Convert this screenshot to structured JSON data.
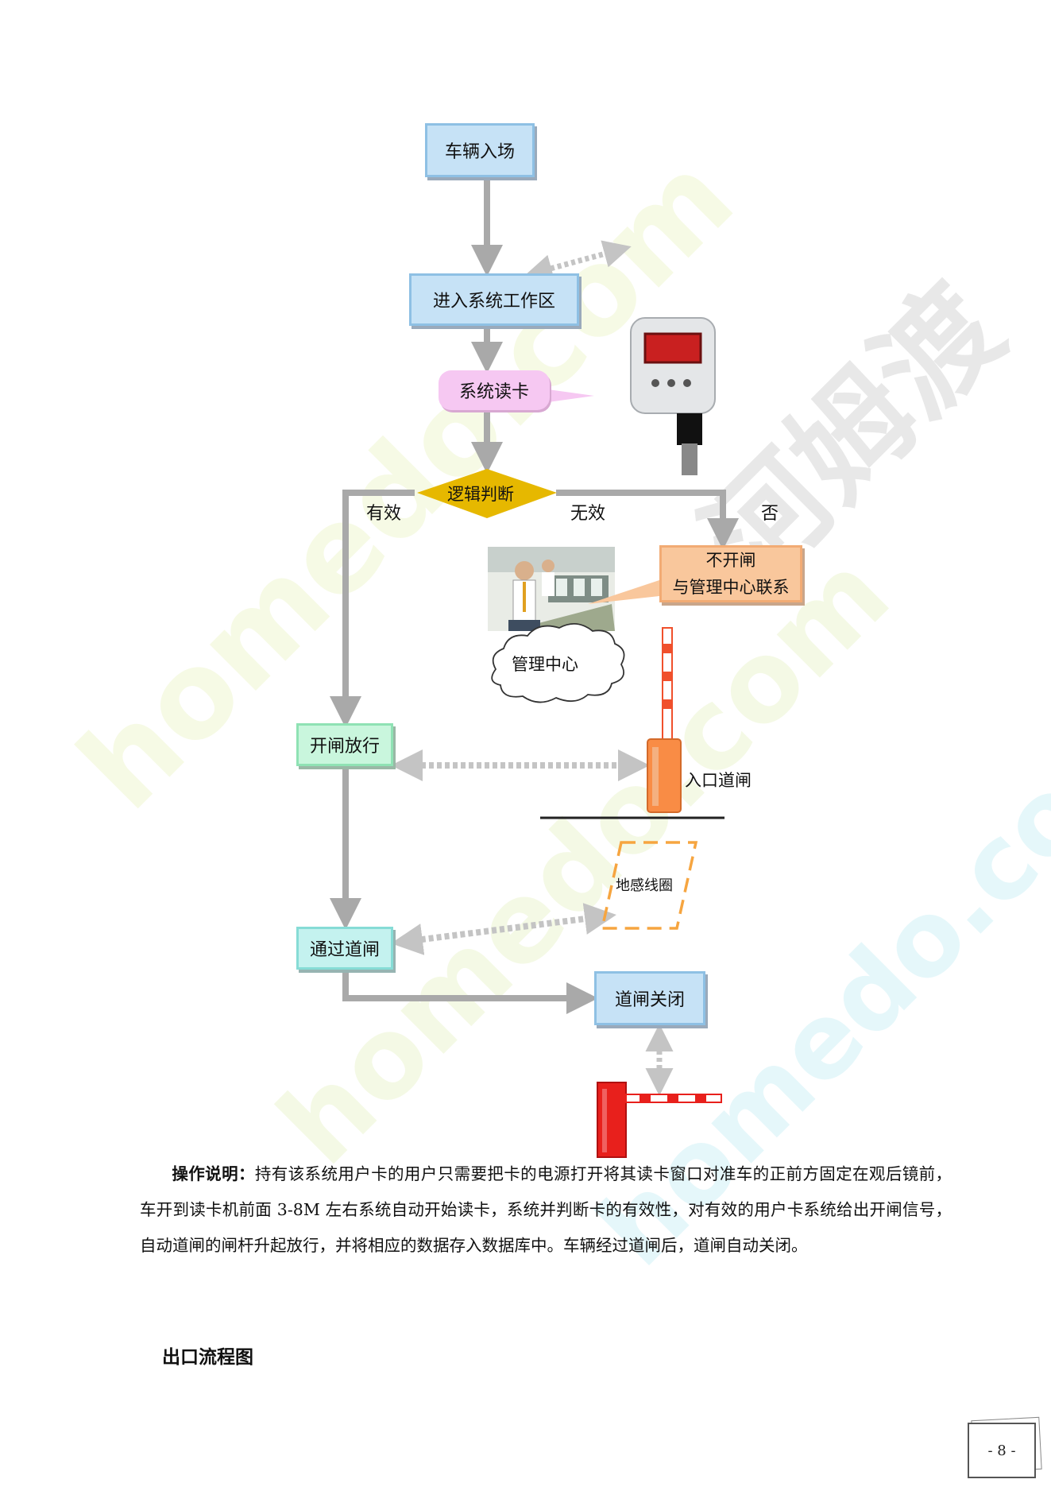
{
  "watermark": {
    "latin": "homedo.com",
    "cjk": "河姆渡"
  },
  "flow": {
    "vehicle_enter": "车辆入场",
    "enter_work_area": "进入系统工作区",
    "read_card": "系统读卡",
    "logic_judge": "逻辑判断",
    "valid": "有效",
    "invalid": "无效",
    "no": "否",
    "no_open_line1": "不开闸",
    "no_open_line2": "与管理中心联系",
    "management_center": "管理中心",
    "open_gate": "开闸放行",
    "entry_gate": "入口道闸",
    "ground_loop": "地感线圈",
    "pass_gate": "通过道闸",
    "gate_close": "道闸关闭"
  },
  "description": {
    "lead": "操作说明：",
    "body": "持有该系统用户卡的用户只需要把卡的电源打开将其读卡窗口对准车的正前方固定在观后镜前，车开到读卡机前面 3-8M 左右系统自动开始读卡，系统并判断卡的有效性，对有效的用户卡系统给出开闸信号，自动道闸的闸杆升起放行，并将相应的数据存入数据库中。车辆经过道闸后，道闸自动关闭。"
  },
  "section_heading": "出口流程图",
  "page_number": "- 8 -",
  "colors": {
    "arrow": "#a9a9a9",
    "dotted_arrow": "#c4c4c4",
    "gate_red": "#f0502c",
    "gate_orange": "#f98c45",
    "loop_orange": "#f6a540",
    "diamond": "#e6b800"
  }
}
